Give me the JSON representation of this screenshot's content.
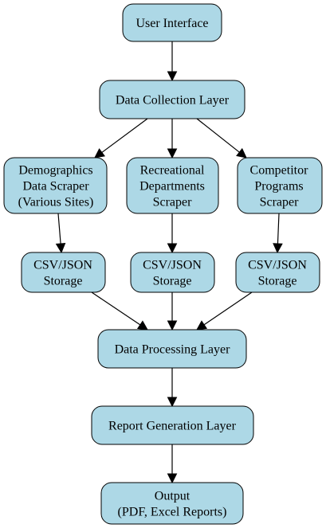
{
  "diagram": {
    "type": "flowchart",
    "node_fill": "#add8e6",
    "stroke_color": "#000000",
    "nodes": {
      "ui": {
        "lines": [
          "User Interface"
        ]
      },
      "collection": {
        "lines": [
          "Data Collection Layer"
        ]
      },
      "demographics": {
        "lines": [
          "Demographics",
          "Data Scraper",
          "(Various Sites)"
        ]
      },
      "recreational": {
        "lines": [
          "Recreational",
          "Departments",
          "Scraper"
        ]
      },
      "competitor": {
        "lines": [
          "Competitor",
          "Programs",
          "Scraper"
        ]
      },
      "storage1": {
        "lines": [
          "CSV/JSON",
          "Storage"
        ]
      },
      "storage2": {
        "lines": [
          "CSV/JSON",
          "Storage"
        ]
      },
      "storage3": {
        "lines": [
          "CSV/JSON",
          "Storage"
        ]
      },
      "processing": {
        "lines": [
          "Data Processing Layer"
        ]
      },
      "report": {
        "lines": [
          "Report Generation Layer"
        ]
      },
      "output": {
        "lines": [
          "Output",
          "(PDF, Excel Reports)"
        ]
      }
    },
    "edges": [
      [
        "ui",
        "collection"
      ],
      [
        "collection",
        "demographics"
      ],
      [
        "collection",
        "recreational"
      ],
      [
        "collection",
        "competitor"
      ],
      [
        "demographics",
        "storage1"
      ],
      [
        "recreational",
        "storage2"
      ],
      [
        "competitor",
        "storage3"
      ],
      [
        "storage1",
        "processing"
      ],
      [
        "storage2",
        "processing"
      ],
      [
        "storage3",
        "processing"
      ],
      [
        "processing",
        "report"
      ],
      [
        "report",
        "output"
      ]
    ]
  }
}
